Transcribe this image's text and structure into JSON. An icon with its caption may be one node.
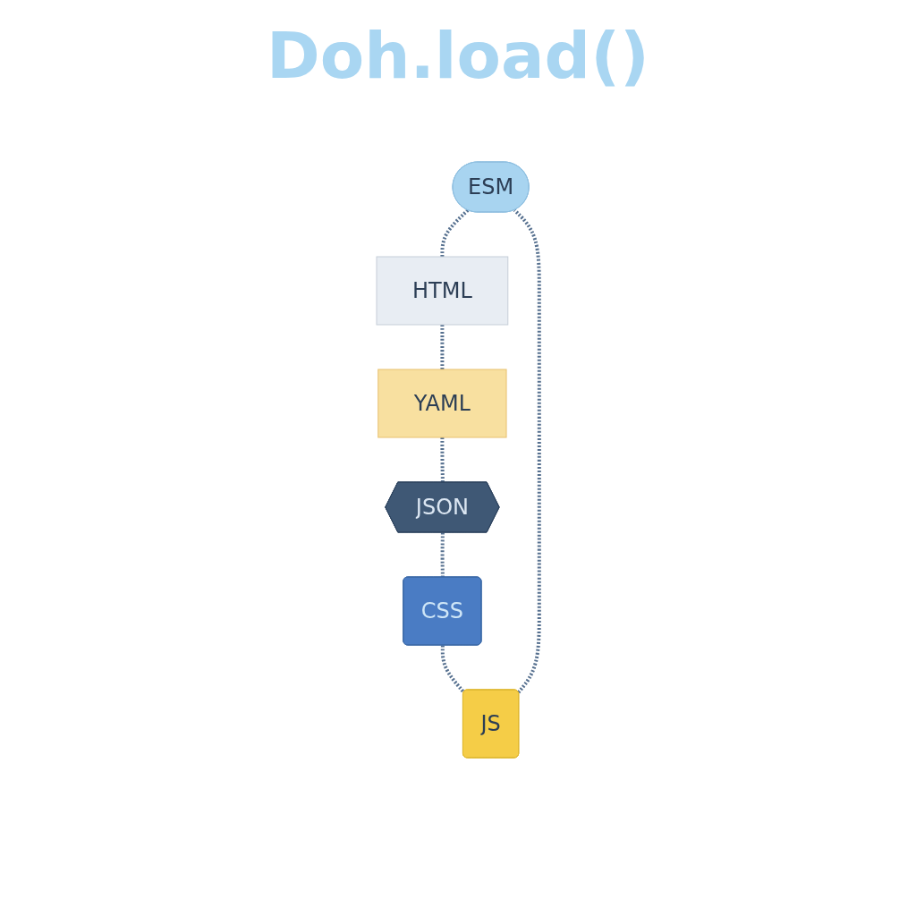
{
  "diagram": {
    "title": "Doh.load()",
    "nodes": [
      {
        "text": [
          "ESM"
        ]
      },
      {
        "text": [
          "HTML"
        ]
      },
      {
        "text": [
          "YAML"
        ]
      },
      {
        "text": [
          "JSON"
        ]
      },
      {
        "text": [
          "CSS"
        ]
      },
      {
        "text": [
          "JS"
        ]
      }
    ],
    "edges": [
      {
        "from": 0,
        "to": 1,
        "arrow": "none",
        "style": "dashed"
      },
      {
        "from": 1,
        "to": 2,
        "arrow": "none",
        "style": "dashed"
      },
      {
        "from": 2,
        "to": 3,
        "arrow": "none",
        "style": "dashed"
      },
      {
        "from": 3,
        "to": 4,
        "arrow": "none",
        "style": "dashed"
      },
      {
        "from": 4,
        "to": 5,
        "arrow": "none",
        "style": "dashed"
      },
      {
        "from": 5,
        "to": 0,
        "arrow": "none",
        "style": "dashed"
      }
    ]
  }
}
